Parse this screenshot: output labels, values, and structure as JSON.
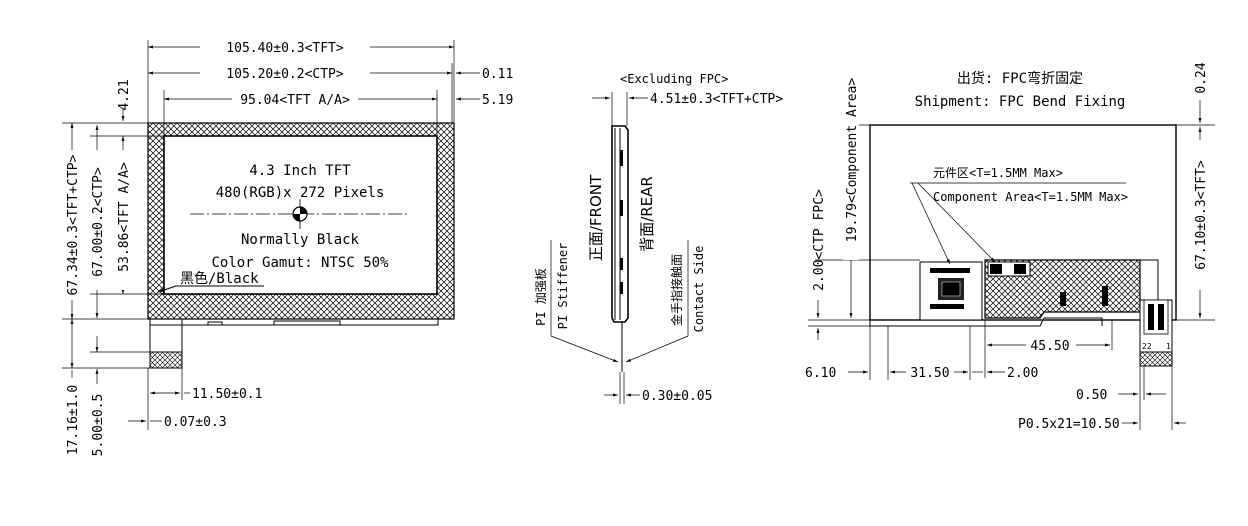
{
  "front_view": {
    "dims": {
      "tft_width": "105.40±0.3<TFT>",
      "ctp_width": "105.20±0.2<CTP>",
      "aa_width": "95.04<TFT A/A>",
      "left_offset": "4.21",
      "right_offset_top": "0.11",
      "right_offset_aa": "5.19",
      "height_total": "67.34±0.3<TFT+CTP>",
      "height_ctp": "67.00±0.2<CTP>",
      "height_aa": "53.86<TFT A/A>",
      "fpc_length": "17.16±1.0",
      "fpc_width_v": "5.00±0.5",
      "fpc_pos": "11.50±0.1",
      "fpc_offset": "0.07±0.3"
    },
    "labels": {
      "line1": "4.3 Inch TFT",
      "line2": "480(RGB)x 272 Pixels",
      "line3": "Normally Black",
      "line4": "Color Gamut: NTSC 50%",
      "bezel": "黑色/Black"
    }
  },
  "side_view": {
    "excluding_fpc": "<Excluding FPC>",
    "thickness": "4.51±0.3<TFT+CTP>",
    "front_label": "正面/FRONT",
    "rear_label": "背面/REAR",
    "stiffener_cn": "PI 加强板",
    "stiffener_en": "PI Stiffener",
    "contact_cn": "金手指接触面",
    "contact_en": "Contact Side",
    "fpc_thickness": "0.30±0.05"
  },
  "back_view": {
    "shipment_cn": "出货: FPC弯折固定",
    "shipment_en": "Shipment: FPC Bend Fixing",
    "component_cn": "元件区<T=1.5MM Max>",
    "component_en": "Component Area<T=1.5MM Max>",
    "dims": {
      "top_offset": "0.24",
      "height": "67.10±0.3<TFT>",
      "comp_area": "19.79<Component Area>",
      "ctp_fpc": "2.00<CTP FPC>",
      "comp_width": "45.50",
      "left_a": "6.10",
      "left_b": "31.50",
      "left_c": "2.00",
      "pin_width": "0.50",
      "pitch": "P0.5x21=10.50",
      "pin22": "22",
      "pin1": "1"
    }
  }
}
